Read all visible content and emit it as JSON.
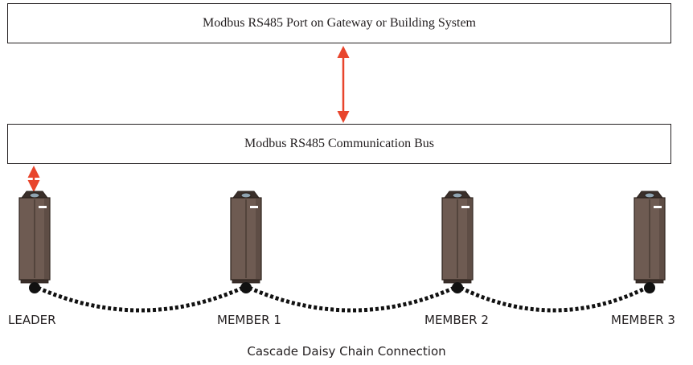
{
  "gateway": {
    "label": "Modbus RS485 Port on Gateway or Building System"
  },
  "bus": {
    "label": "Modbus RS485 Communication Bus"
  },
  "units": [
    {
      "label": "LEADER"
    },
    {
      "label": "MEMBER 1"
    },
    {
      "label": "MEMBER 2"
    },
    {
      "label": "MEMBER 3"
    }
  ],
  "caption": "Cascade Daisy Chain Connection",
  "colors": {
    "arrow": "#e8452c",
    "unit_body": "#6e5b52",
    "unit_edge": "#2b211c",
    "chain": "#111111"
  }
}
